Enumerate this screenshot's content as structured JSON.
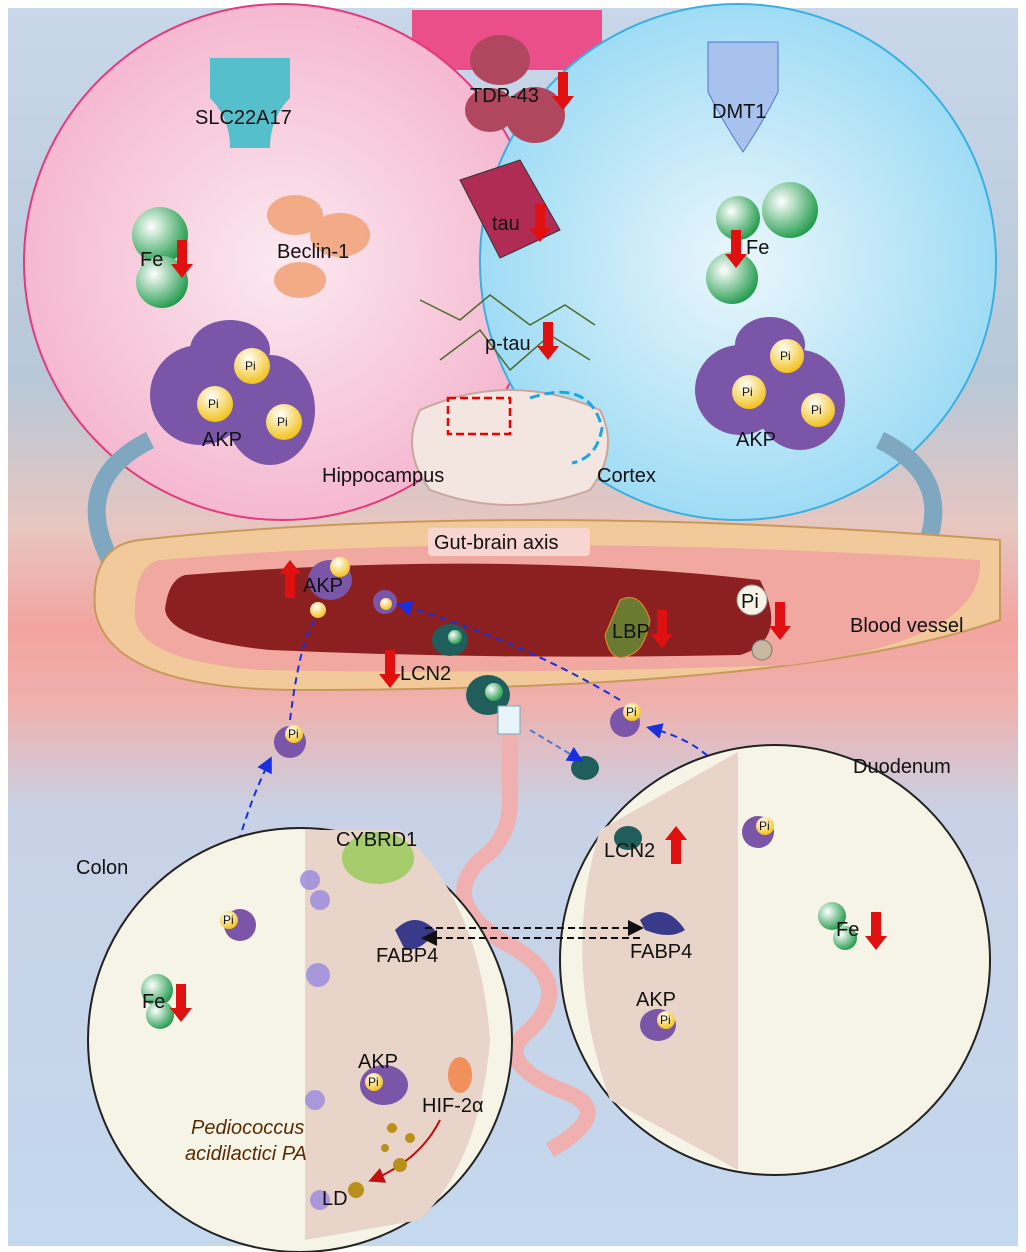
{
  "brain": {
    "hippocampus_panel": {
      "transporter": "SLC22A17",
      "iron": "Fe",
      "autophagy": "Beclin-1",
      "enzyme": "AKP",
      "phosphate": [
        "Pi",
        "Pi",
        "Pi"
      ],
      "region": "Hippocampus"
    },
    "cortex_panel": {
      "transporter": "DMT1",
      "iron": "Fe",
      "enzyme": "AKP",
      "phosphate": [
        "Pi",
        "Pi",
        "Pi"
      ],
      "region": "Cortex"
    },
    "center": {
      "tdp43": "TDP-43",
      "tau": "tau",
      "ptau": "p-tau",
      "axis": "Gut-brain axis"
    }
  },
  "vessel": {
    "label": "Blood vessel",
    "akp": "AKP",
    "pi": "Pi",
    "lbp": "LBP",
    "lcn2": "LCN2",
    "pi_small": [
      "Pi",
      "Pi"
    ]
  },
  "colon": {
    "label": "Colon",
    "cybrd1": "CYBRD1",
    "fabp4": "FABP4",
    "iron": "Fe",
    "akp": "AKP",
    "pi": [
      "Pi",
      "Pi"
    ],
    "hif": "HIF-2α",
    "bacteria": [
      "Pediococcus",
      "acidilactici PA"
    ],
    "ld": "LD"
  },
  "duodenum": {
    "label": "Duodenum",
    "lcn2": "LCN2",
    "fabp4": "FABP4",
    "iron": "Fe",
    "akp": "AKP",
    "pi": [
      "Pi",
      "Pi"
    ]
  },
  "colors": {
    "down_arrow": "#e01010",
    "flow_arrow": "#1a2fe0",
    "hippocampus_bg": "#f9d3e2",
    "cortex_bg": "#bfe6f7",
    "akp": "#7a55a8",
    "fe": "#2faa5a"
  }
}
